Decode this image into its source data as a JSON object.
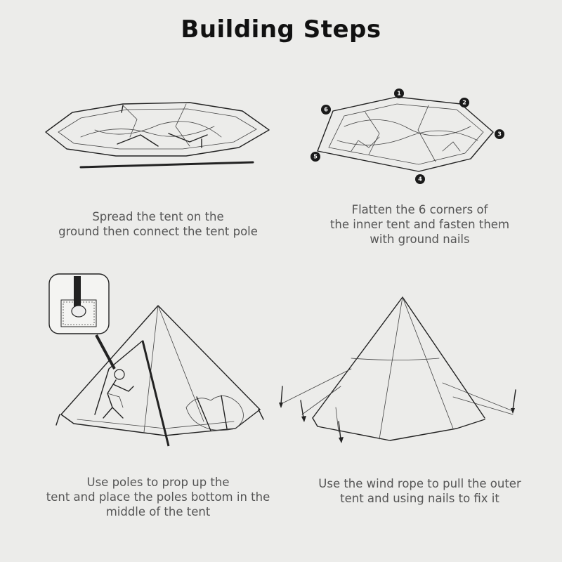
{
  "title": "Building Steps",
  "steps": [
    {
      "caption_lines": [
        "Spread the tent on the",
        "ground then connect the tent pole"
      ]
    },
    {
      "caption_lines": [
        "Flatten the 6 corners of",
        "the inner tent and fasten them",
        "with ground nails"
      ],
      "corner_numbers": [
        "1",
        "2",
        "3",
        "4",
        "5",
        "6"
      ]
    },
    {
      "caption_lines": [
        "Use poles to prop up the",
        "tent and place the  poles bottom in the",
        "middle of the tent"
      ]
    },
    {
      "caption_lines": [
        "Use the wind rope to pull the outer",
        "tent and using nails to fix it"
      ]
    }
  ]
}
